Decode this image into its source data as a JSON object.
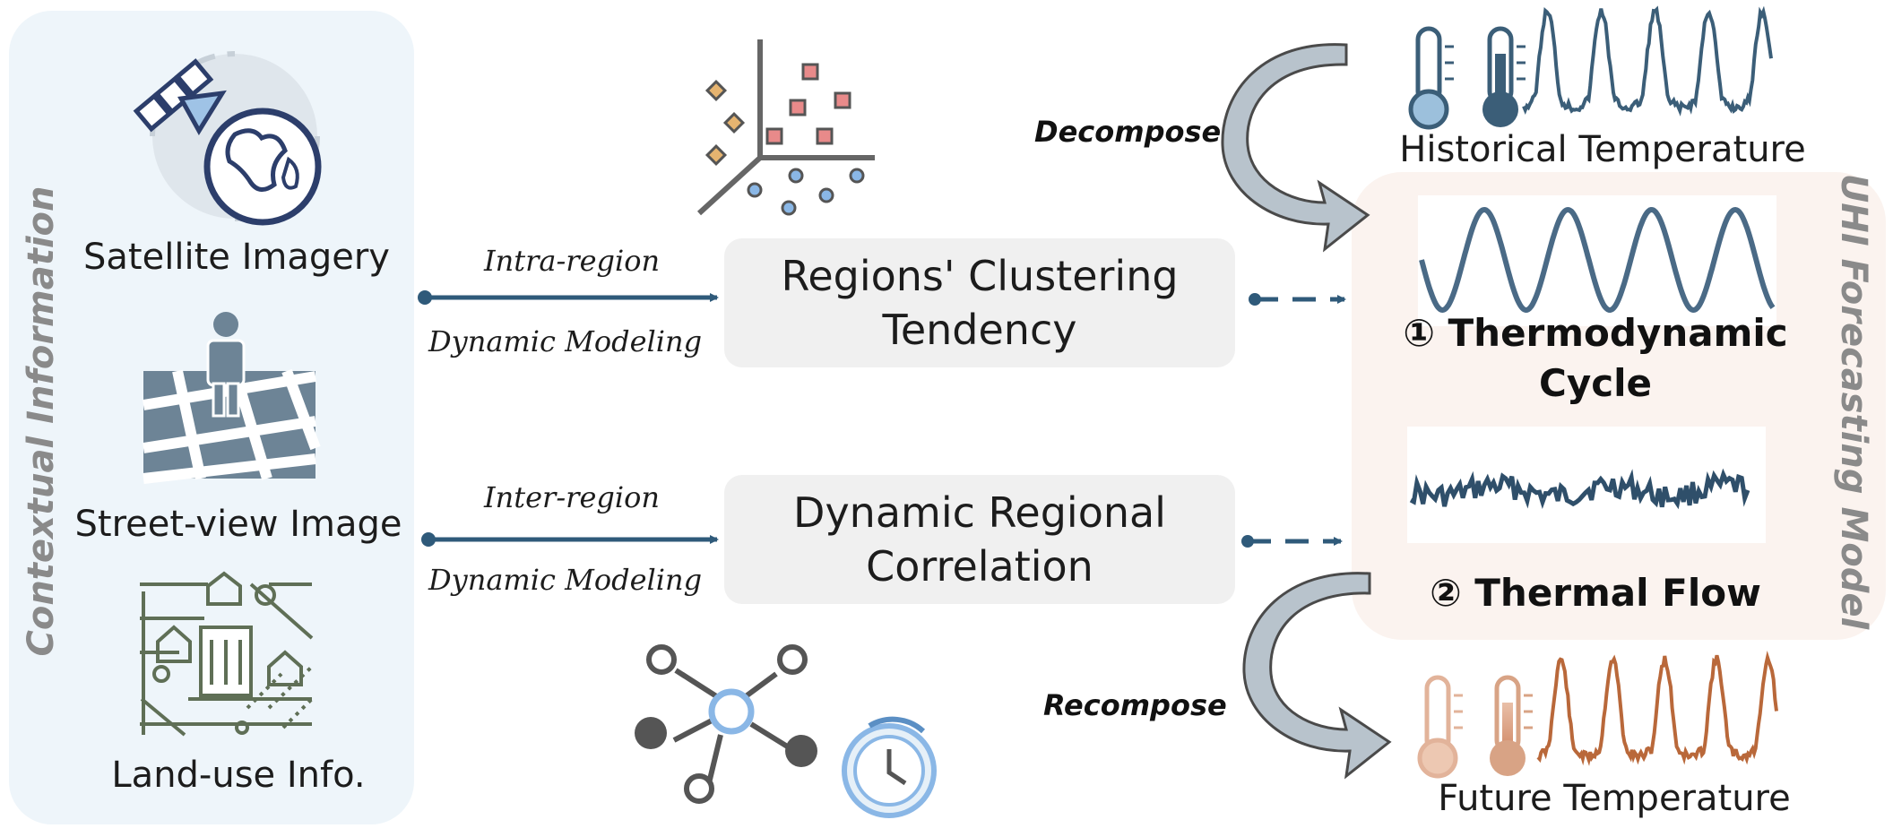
{
  "left_panel": {
    "vertical_label": "Contextual Information",
    "items": [
      {
        "label": "Satellite Imagery",
        "icon": "satellite-earth-icon"
      },
      {
        "label": "Street-view Image",
        "icon": "person-street-map-icon"
      },
      {
        "label": "Land-use Info.",
        "icon": "land-use-map-icon"
      }
    ]
  },
  "flows": {
    "intra": {
      "top": "Intra-region",
      "bottom": "Dynamic Modeling"
    },
    "inter": {
      "top": "Inter-region",
      "bottom": "Dynamic Modeling"
    }
  },
  "boxes": {
    "clustering": {
      "line1": "Regions' Clustering",
      "line2": "Tendency"
    },
    "correlation": {
      "line1": "Dynamic Regional",
      "line2": "Correlation"
    }
  },
  "right_panel": {
    "vertical_label": "UHI Forecasting Model",
    "component1": {
      "line1": "① Thermodynamic",
      "line2": "Cycle"
    },
    "component2": {
      "label": "② Thermal Flow"
    }
  },
  "temperatures": {
    "historical": "Historical Temperature",
    "future": "Future Temperature"
  },
  "operations": {
    "decompose": "Decompose",
    "recompose": "Recompose"
  },
  "colors": {
    "left_panel_bg": "#eef5fa",
    "right_panel_bg": "#fbf3ef",
    "box_bg": "#f0f0f0",
    "arrow": "#2f5a7a",
    "historical_line": "#3b5e78",
    "future_line": "#b9683a",
    "curve_arrow_fill": "#b8c3cc"
  }
}
